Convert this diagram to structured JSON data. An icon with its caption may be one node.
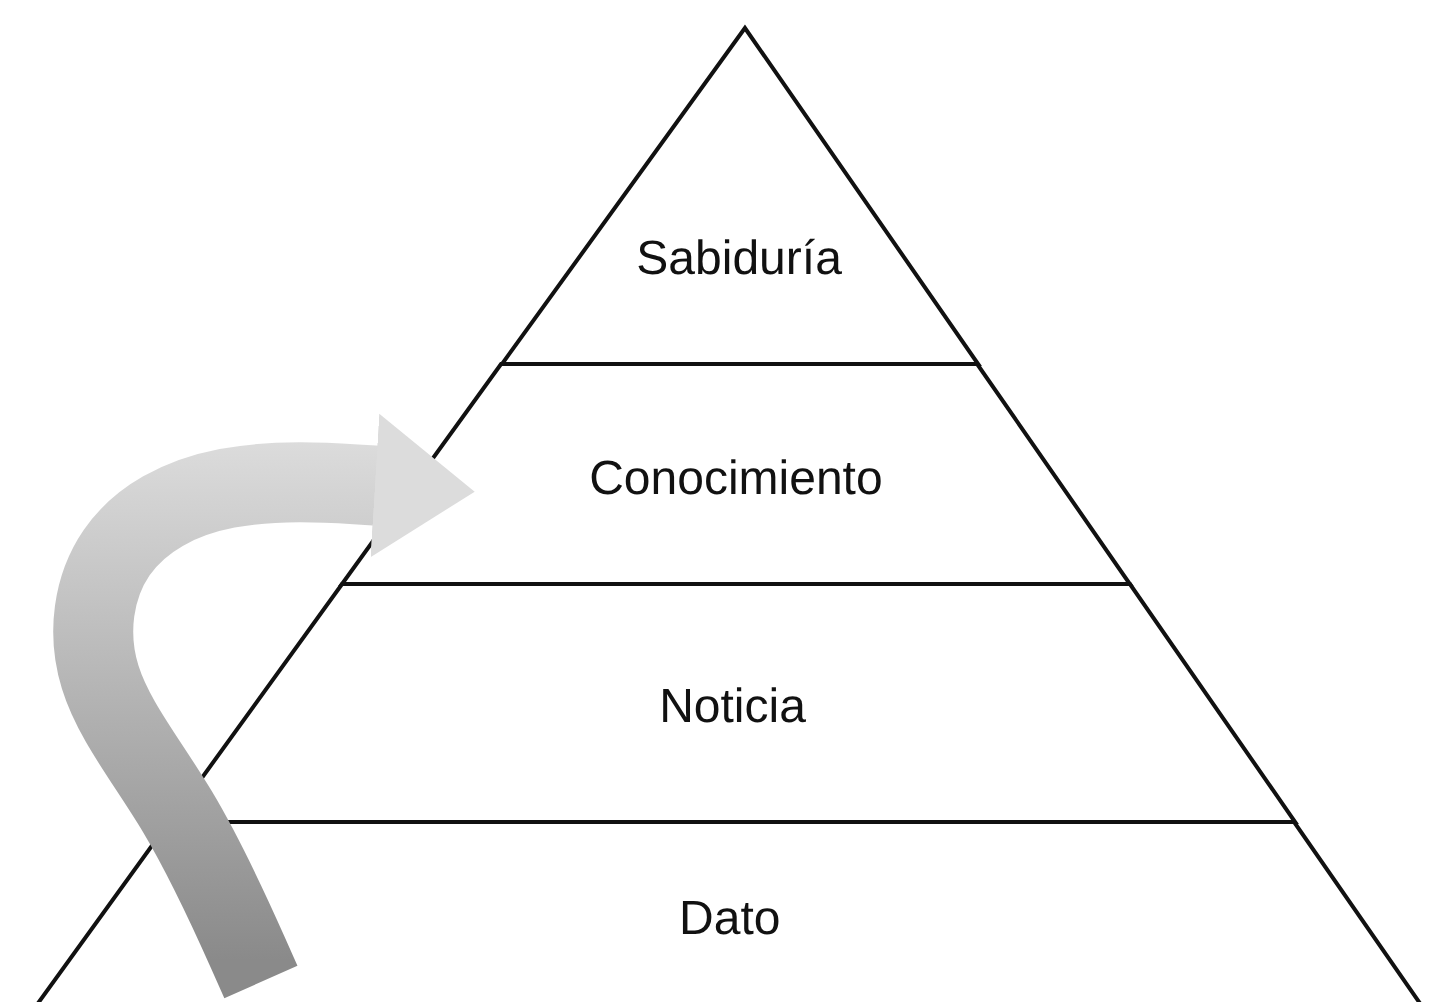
{
  "diagram": {
    "nodes": [
      {
        "text": [
          "Sabiduría"
        ]
      },
      {
        "text": [
          "Conocimiento"
        ]
      },
      {
        "text": [
          "Noticia"
        ]
      },
      {
        "text": [
          "Dato"
        ]
      }
    ],
    "edges": [
      {
        "from": 3,
        "to": 1,
        "arrow": "to"
      }
    ]
  }
}
